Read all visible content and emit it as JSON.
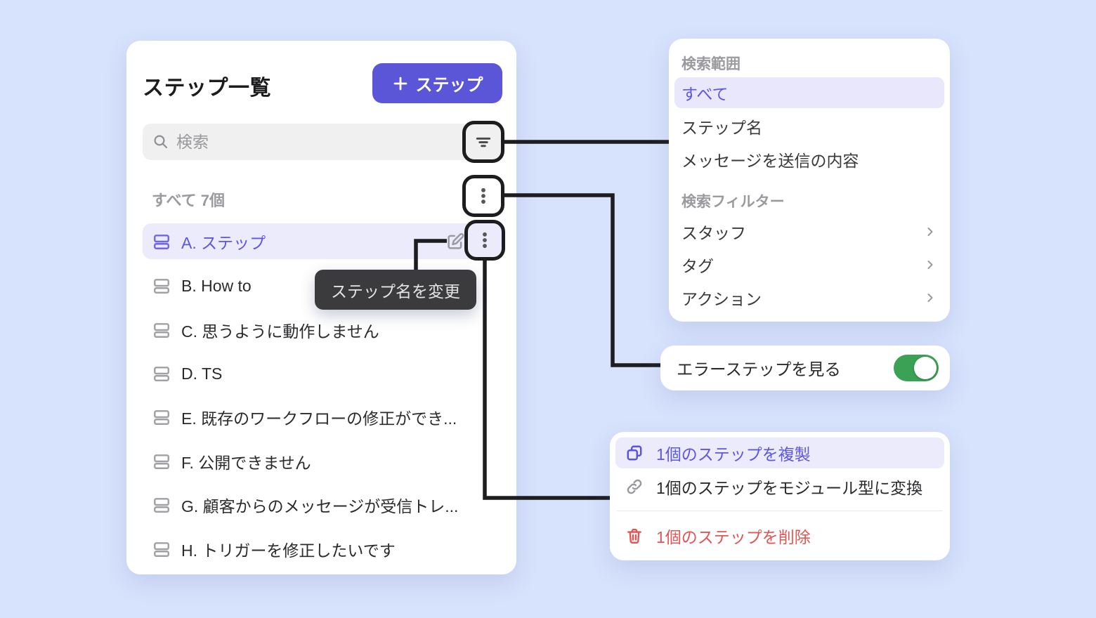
{
  "step_list": {
    "title": "ステップ一覧",
    "add_button_label": "ステップ",
    "search_placeholder": "検索",
    "count_label": "すべて",
    "count_value": "7個",
    "steps": [
      {
        "label": "A. ステップ",
        "active": true
      },
      {
        "label": "B. How to",
        "active": false
      },
      {
        "label": "C. 思うように動作しません",
        "active": false
      },
      {
        "label": "D. TS",
        "active": false
      },
      {
        "label": "E. 既存のワークフローの修正ができ...",
        "active": false
      },
      {
        "label": "F. 公開できません",
        "active": false
      },
      {
        "label": "G. 顧客からのメッセージが受信トレ...",
        "active": false
      },
      {
        "label": "H. トリガーを修正したいです",
        "active": false
      }
    ]
  },
  "tooltip": {
    "label": "ステップ名を変更"
  },
  "search_menu": {
    "scope_header": "検索範囲",
    "scope_options": [
      {
        "label": "すべて",
        "selected": true
      },
      {
        "label": "ステップ名",
        "selected": false
      },
      {
        "label": "メッセージを送信の内容",
        "selected": false
      }
    ],
    "filter_header": "検索フィルター",
    "filter_options": [
      {
        "label": "スタッフ"
      },
      {
        "label": "タグ"
      },
      {
        "label": "アクション"
      }
    ]
  },
  "error_toggle": {
    "label": "エラーステップを見る",
    "state": "on"
  },
  "step_menu": {
    "items": [
      {
        "label": "1個のステップを複製",
        "style": "accent"
      },
      {
        "label": "1個のステップをモジュール型に変換",
        "style": "default"
      },
      {
        "label": "1個のステップを削除",
        "style": "danger"
      }
    ]
  },
  "colors": {
    "background": "#d7e2fc",
    "accent": "#5b55d8",
    "accent_soft": "#ecebfb",
    "toggle_on": "#3ba154",
    "danger": "#e25555",
    "connector": "#1d1d20"
  }
}
